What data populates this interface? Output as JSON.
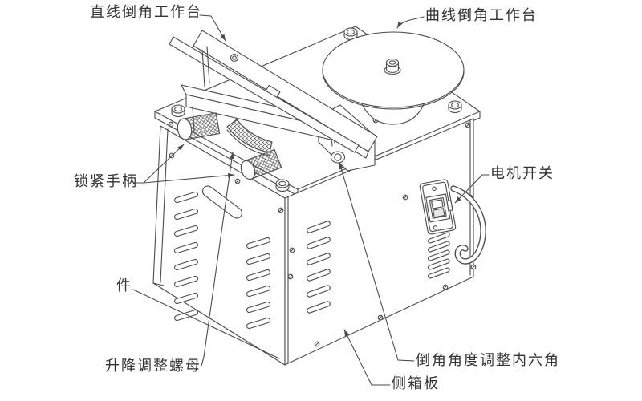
{
  "diagram": {
    "type": "technical-line-drawing",
    "subject": "chamfering machine isometric parts diagram",
    "background": "#ffffff",
    "line_color": "#4a4a4a",
    "text_color": "#333333"
  },
  "labels": {
    "straight_worktable": "直线倒角工作台",
    "curved_worktable": "曲线倒角工作台",
    "lock_handle": "锁紧手柄",
    "part_piece": "件",
    "lift_adjust_nut": "升降调整螺母",
    "motor_switch": "电机开关",
    "chamfer_angle_hex": "倒角角度调整内六角",
    "side_box_plate": "侧箱板"
  }
}
